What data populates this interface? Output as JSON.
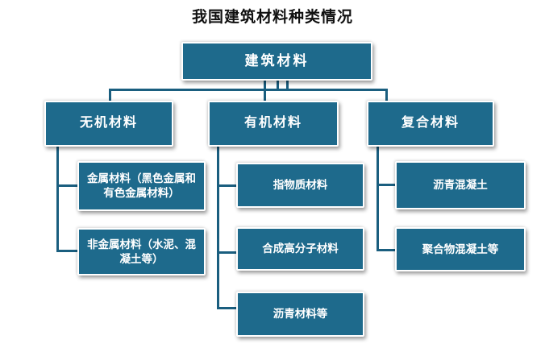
{
  "title": "我国建筑材料种类情况",
  "colors": {
    "node_fill": "#1E6A8C",
    "connector": "#1A5E7F",
    "node_text": "#FFFFFF",
    "title_text": "#111111"
  },
  "tree": {
    "root": {
      "label": "建筑材料"
    },
    "branches": [
      {
        "label": "无机材料",
        "children": [
          "金属材料（黑色金属和有色金属材料）",
          "非金属材料（水泥、混凝土等）"
        ]
      },
      {
        "label": "有机材料",
        "children": [
          "指物质材料",
          "合成高分子材料",
          "沥青材料等"
        ]
      },
      {
        "label": "复合材料",
        "children": [
          "沥青混凝土",
          "聚合物混凝土等"
        ]
      }
    ]
  }
}
